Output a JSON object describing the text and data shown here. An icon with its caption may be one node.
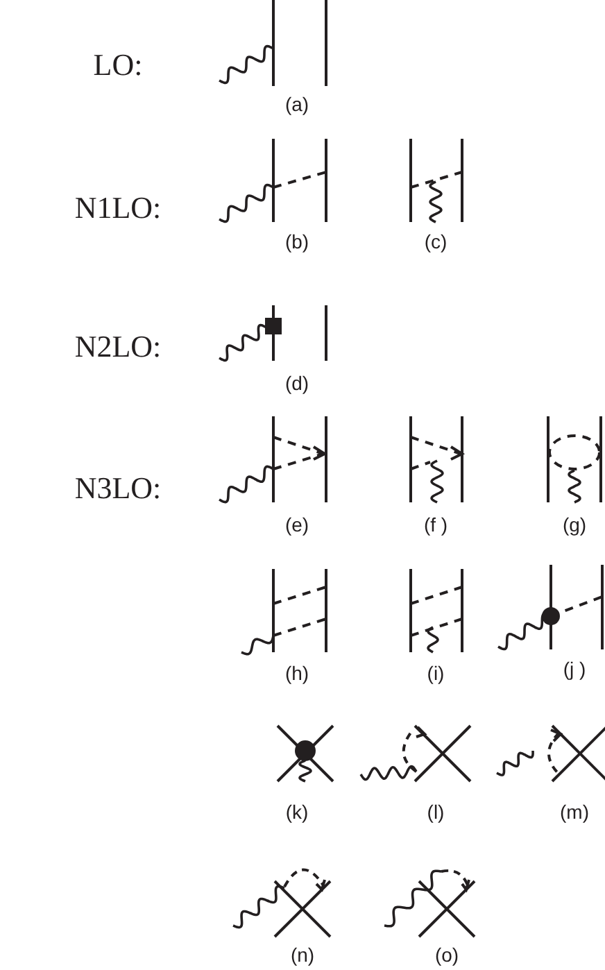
{
  "diagram": {
    "labels": [
      "LO:",
      "(a)",
      "N1LO:",
      "(b)",
      "(c)",
      "N2LO:",
      "(d)",
      "N3LO:",
      "(e)",
      "(f )",
      "(g)",
      "(h)",
      "(i)",
      "(j )",
      "(k)",
      "(l)",
      "(m)",
      "(n)",
      "(o)"
    ]
  }
}
